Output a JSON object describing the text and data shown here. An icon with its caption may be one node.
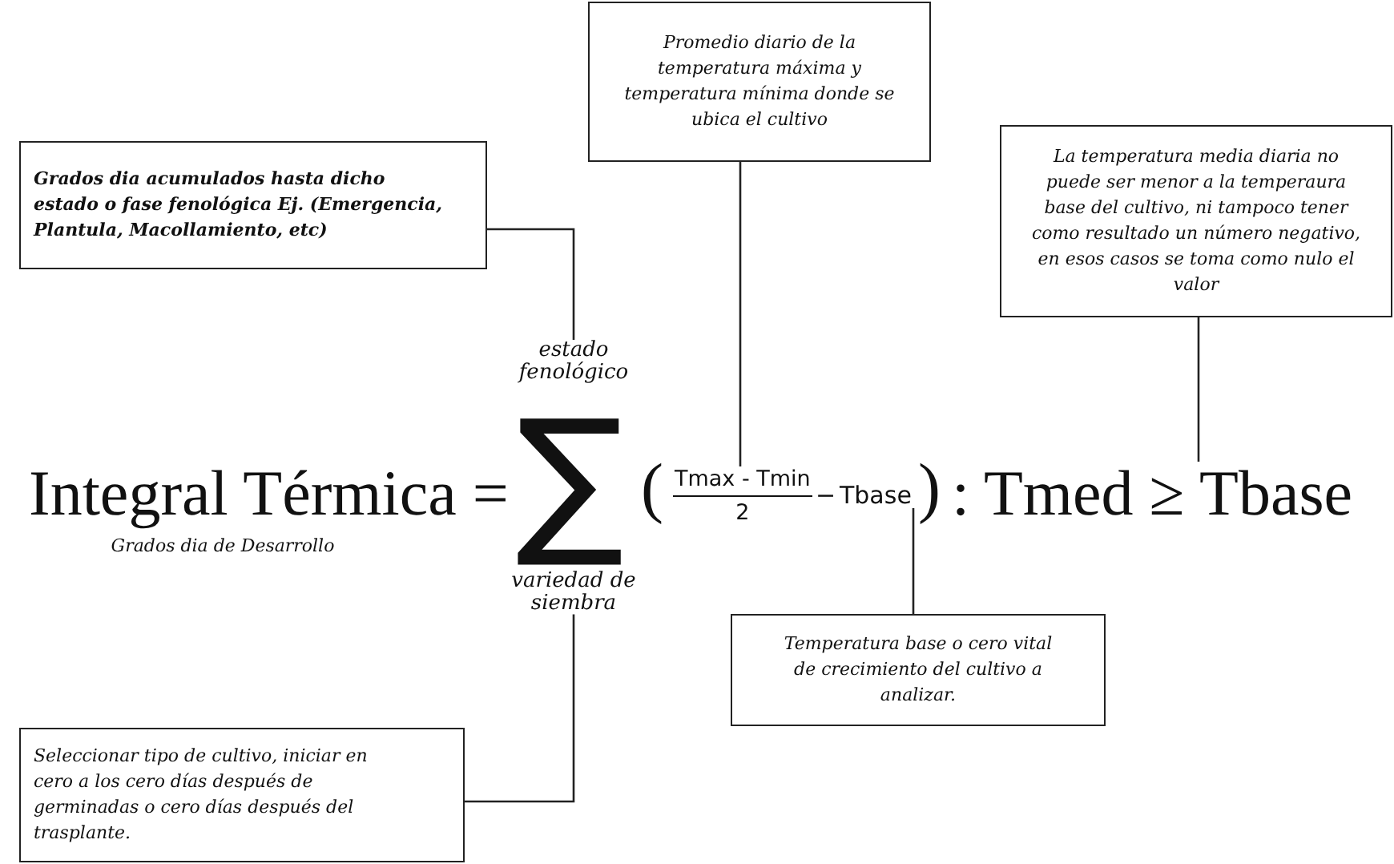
{
  "diagram": {
    "nodes": [
      {
        "text": [
          "Grados dia acumulados hasta dicho estado o fase fenológica Ej. (Emergencia, Plantula, Macollamiento, etc)"
        ]
      },
      {
        "text": [
          "Promedio diario de la temperatura máxima y temperatura mínima donde se ubica el cultivo"
        ]
      },
      {
        "text": [
          "La temperatura media diaria no puede ser menor a la temperaura base del cultivo, ni tampoco tener como resultado un número negativo, en esos casos se toma como nulo el valor"
        ]
      },
      {
        "text": [
          "Temperatura base o cero vital de crecimiento del cultivo a analizar."
        ]
      },
      {
        "text": [
          "Seleccionar tipo de cultivo, iniciar en cero a los cero días después de germinadas o cero días después del trasplante."
        ]
      },
      {
        "text": [
          "estado fenológico"
        ]
      },
      {
        "text": [
          "Tmax - Tmin",
          "2"
        ]
      },
      {
        "text": [
          "Tbase"
        ]
      },
      {
        "text": [
          "Tmed ≥ Tbase"
        ]
      },
      {
        "text": [
          "variedad de siembra"
        ]
      }
    ],
    "edges": [
      {
        "from": 0,
        "to": 5,
        "arrow": "none"
      },
      {
        "from": 1,
        "to": 6,
        "arrow": "none"
      },
      {
        "from": 2,
        "to": 8,
        "arrow": "none"
      },
      {
        "from": 3,
        "to": 7,
        "arrow": "none"
      },
      {
        "from": 4,
        "to": 9,
        "arrow": "none"
      }
    ],
    "labels": [
      "Integral Térmica =",
      "Grados dia de Desarrollo",
      "∑",
      "(",
      "−",
      ")",
      ":"
    ]
  }
}
